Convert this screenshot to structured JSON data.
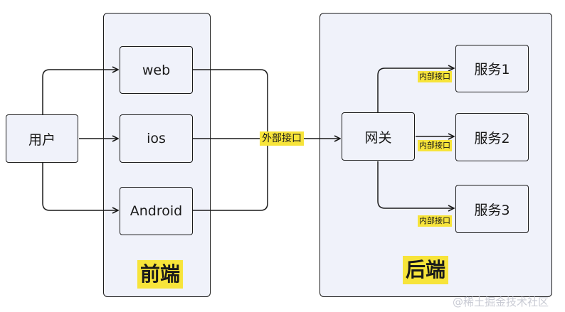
{
  "groups": {
    "frontend_label": "前端",
    "backend_label": "后端"
  },
  "nodes": {
    "user": "用户",
    "web": "web",
    "ios": "ios",
    "android": "Android",
    "gateway": "网关",
    "service1": "服务1",
    "service2": "服务2",
    "service3": "服务3"
  },
  "edges": {
    "external_api": "外部接口",
    "internal_api_1": "内部接口",
    "internal_api_2": "内部接口",
    "internal_api_3": "内部接口"
  },
  "watermark": "@稀土掘金技术社区",
  "colors": {
    "box_fill": "#f0f2fa",
    "stroke": "#1a1a1a",
    "highlight": "#f7e43a"
  }
}
